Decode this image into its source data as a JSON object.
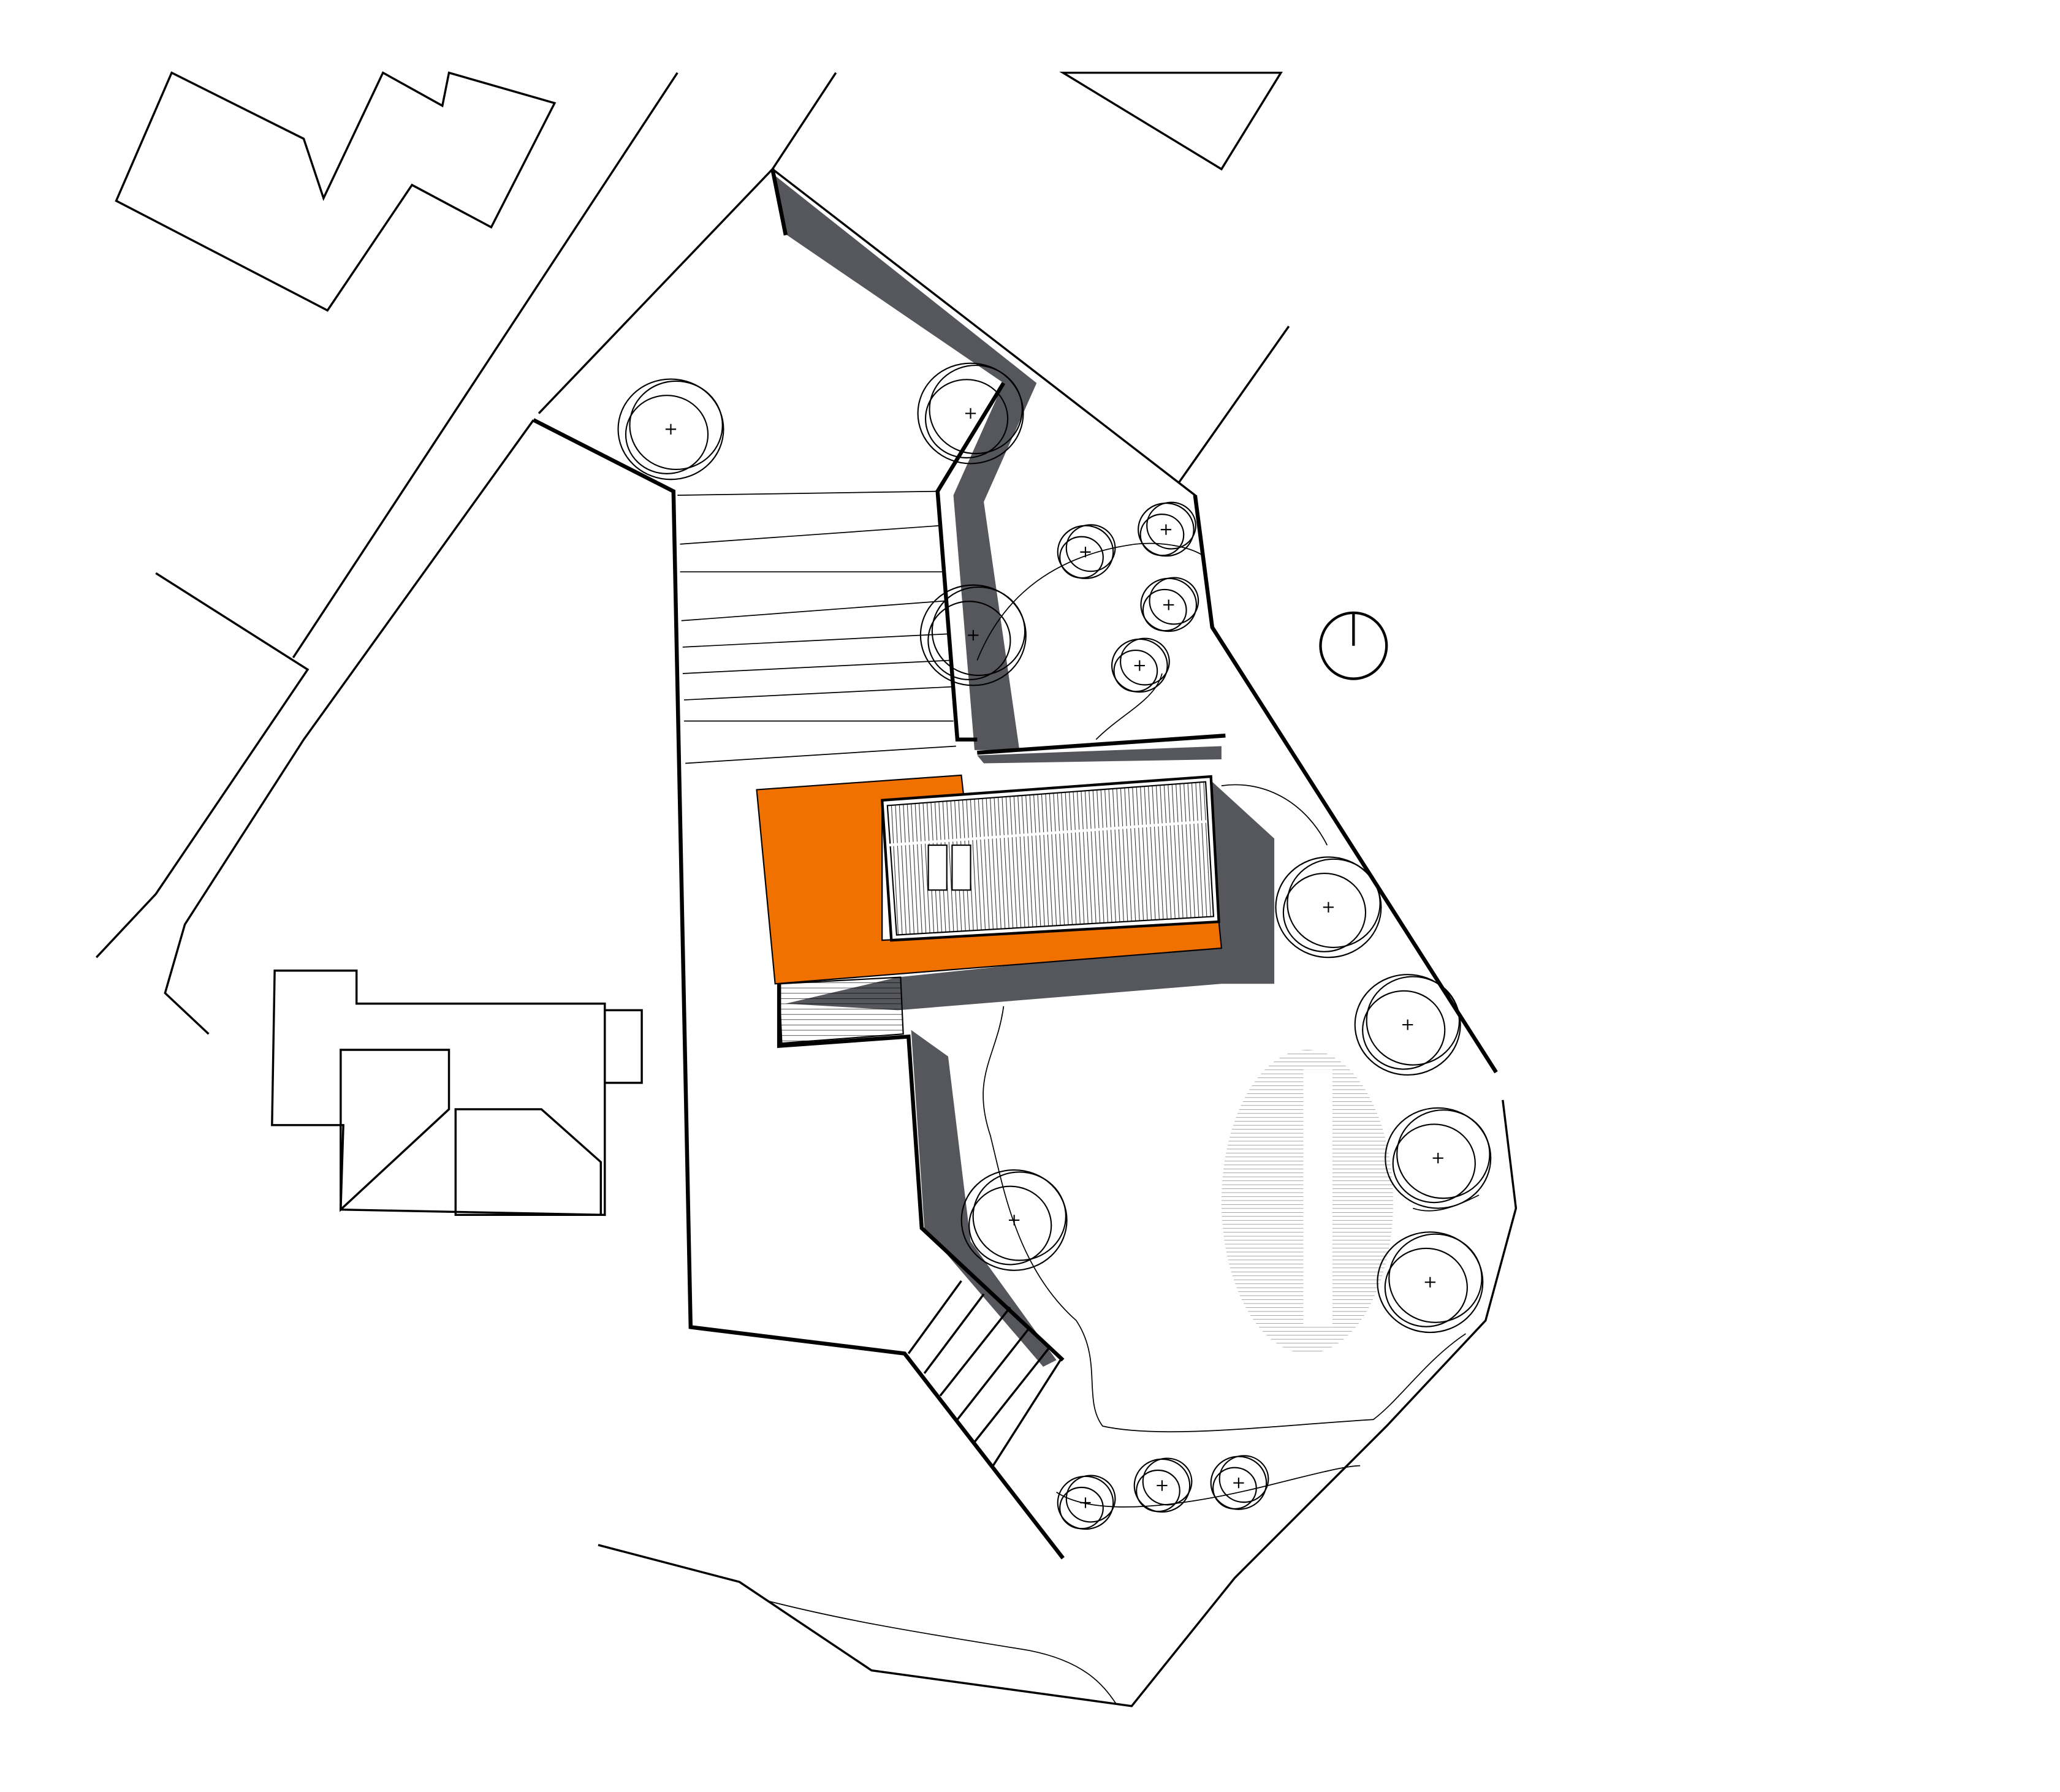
{
  "colors": {
    "background": "#ffffff",
    "line": "#000000",
    "shadow": "#55575c",
    "deck": "#f07000",
    "roof_hatch": "#333333"
  },
  "icons": {
    "north_arrow": "north-arrow-icon",
    "tree": "tree-icon"
  },
  "trees": [
    {
      "size": "large"
    },
    {
      "size": "large"
    },
    {
      "size": "large"
    },
    {
      "size": "small"
    },
    {
      "size": "small"
    },
    {
      "size": "small"
    },
    {
      "size": "small"
    },
    {
      "size": "large"
    },
    {
      "size": "large"
    },
    {
      "size": "large"
    },
    {
      "size": "large"
    },
    {
      "size": "large"
    },
    {
      "size": "small"
    },
    {
      "size": "small"
    },
    {
      "size": "small"
    }
  ]
}
